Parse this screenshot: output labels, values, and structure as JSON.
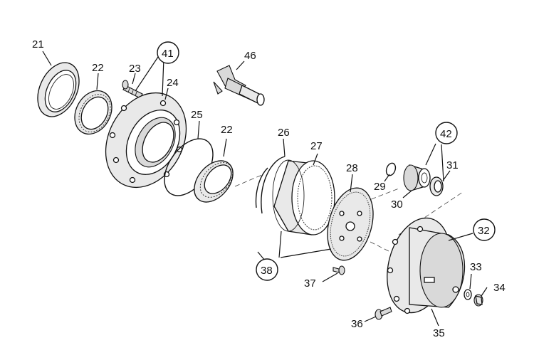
{
  "labels": {
    "p21": "21",
    "p22a": "22",
    "p23": "23",
    "p41": "41",
    "p24": "24",
    "p46": "46",
    "p25": "25",
    "p22b": "22",
    "p26": "26",
    "p27": "27",
    "p28": "28",
    "p42": "42",
    "p29": "29",
    "p31": "31",
    "p30": "30",
    "p32": "32",
    "p38": "38",
    "p37": "37",
    "p33": "33",
    "p34": "34",
    "p36": "36",
    "p35": "35"
  }
}
